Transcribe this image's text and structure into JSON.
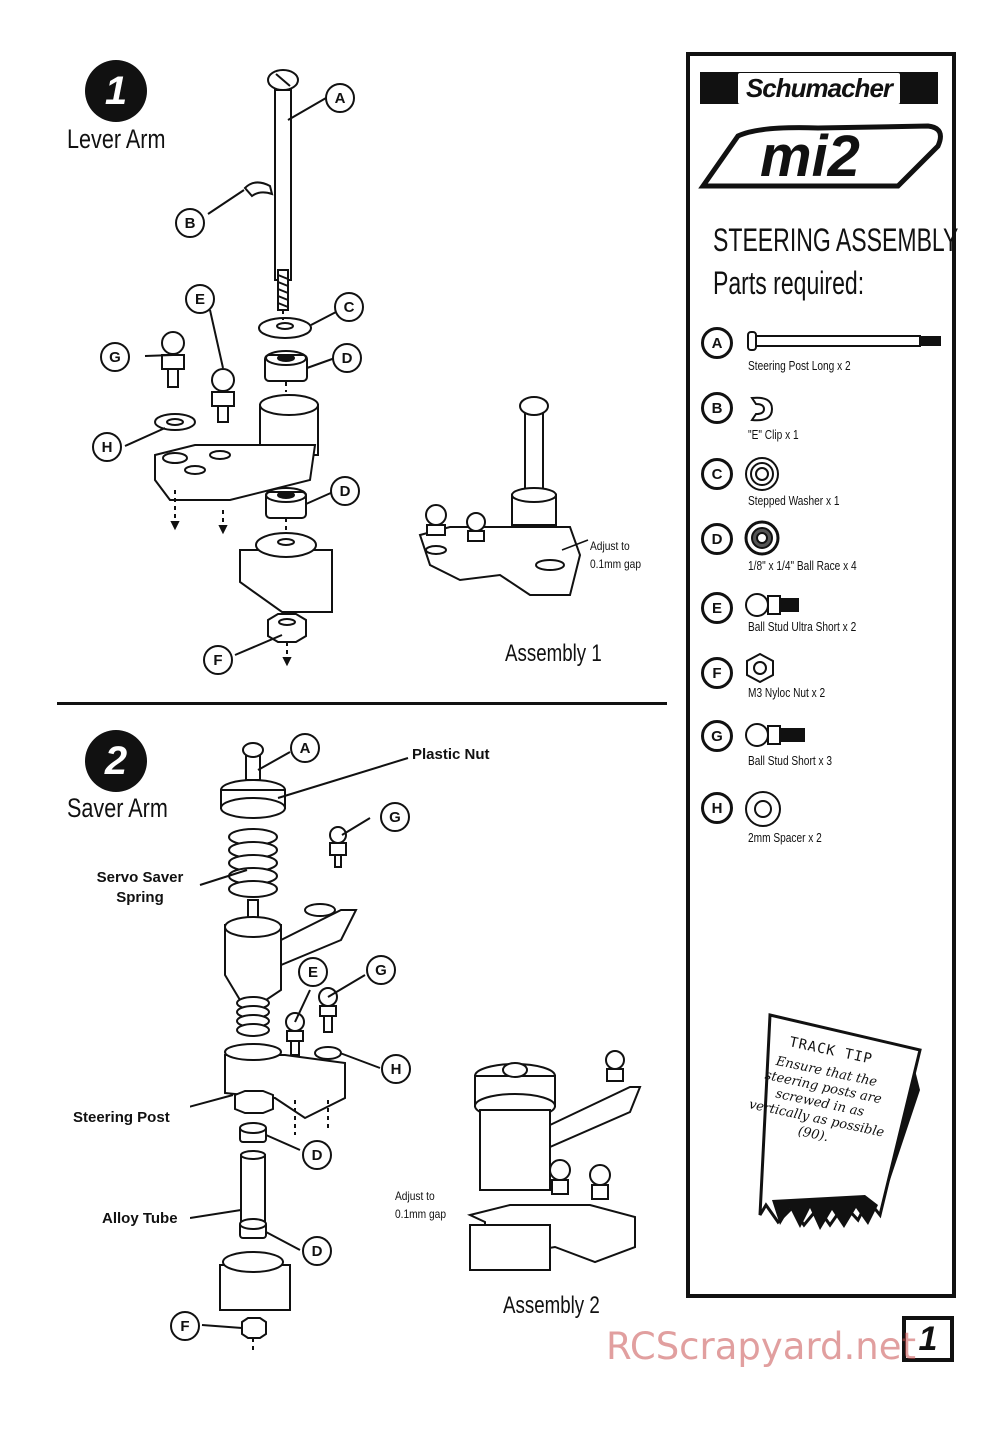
{
  "step1": {
    "number": "1",
    "title": "Lever Arm",
    "callouts": [
      "A",
      "B",
      "C",
      "D",
      "E",
      "G",
      "H",
      "D",
      "F"
    ],
    "assembly_label": "Assembly 1",
    "note": [
      "Adjust to",
      "0.1mm gap"
    ]
  },
  "step2": {
    "number": "2",
    "title": "Saver Arm",
    "callouts": [
      "A",
      "G",
      "E",
      "G",
      "H",
      "D",
      "D",
      "F"
    ],
    "labels": {
      "plastic_nut": "Plastic Nut",
      "servo_saver_spring_1": "Servo Saver",
      "servo_saver_spring_2": "Spring",
      "steering_post": "Steering Post",
      "alloy_tube": "Alloy Tube"
    },
    "assembly_label": "Assembly 2",
    "note": [
      "Adjust to",
      "0.1mm gap"
    ]
  },
  "panel": {
    "brand": "Schumacher",
    "model": "mi2",
    "title": "STEERING ASSEMBLY",
    "subtitle": "Parts required:",
    "parts": [
      {
        "letter": "A",
        "desc": "Steering Post Long x 2",
        "icon": "steering-post-icon"
      },
      {
        "letter": "B",
        "desc": "\"E\" Clip x 1",
        "icon": "e-clip-icon"
      },
      {
        "letter": "C",
        "desc": "Stepped Washer x 1",
        "icon": "washer-icon"
      },
      {
        "letter": "D",
        "desc": "1/8\" x 1/4\" Ball Race x 4",
        "icon": "ball-race-icon"
      },
      {
        "letter": "E",
        "desc": "Ball Stud Ultra Short x 2",
        "icon": "ball-stud-icon"
      },
      {
        "letter": "F",
        "desc": "M3 Nyloc Nut x 2",
        "icon": "nut-icon"
      },
      {
        "letter": "G",
        "desc": "Ball Stud Short x 3",
        "icon": "ball-stud-icon"
      },
      {
        "letter": "H",
        "desc": "2mm Spacer x 2",
        "icon": "spacer-icon"
      }
    ]
  },
  "track_tip": {
    "title": "TRACK TIP",
    "text": "Ensure that the steering posts are screwed in as vertically as possible (90)."
  },
  "page_number": "1",
  "watermark": "RCScrapyard.net"
}
